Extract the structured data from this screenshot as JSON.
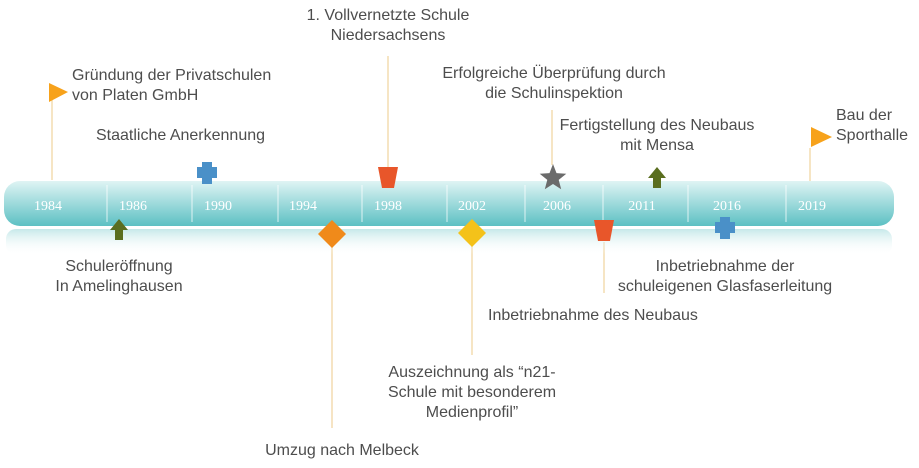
{
  "timeline": {
    "years": [
      "1984",
      "1986",
      "1990",
      "1994",
      "1998",
      "2002",
      "2006",
      "2011",
      "2016",
      "2019"
    ],
    "colors": {
      "bar_top": "#dff4f4",
      "bar_bottom": "#5cc0c3",
      "year_text": "#ffffff",
      "label_text": "#4d4d4d",
      "connector": "#f3dcb0",
      "flag": "#f7a21b",
      "arrow": "#5a6e1f",
      "plus": "#4a90c8",
      "cup": "#e8562a",
      "diamond": "#f08a1a",
      "diamond_yellow": "#f4c21a",
      "star": "#6b6b6b"
    }
  },
  "events": [
    {
      "id": "gruendung",
      "marker": "flag-icon",
      "lines": [
        "Gründung der Privatschulen",
        "von Platen GmbH"
      ]
    },
    {
      "id": "schuleroeffnung",
      "marker": "arrow-up-icon",
      "lines": [
        "Schuleröffnung",
        "In Amelinghausen"
      ]
    },
    {
      "id": "anerkennung",
      "marker": "plus-icon",
      "lines": [
        "Staatliche Anerkennung"
      ]
    },
    {
      "id": "umzug",
      "marker": "diamond-icon",
      "lines": [
        "Umzug nach Melbeck"
      ]
    },
    {
      "id": "vollvernetzt",
      "marker": "cup-icon",
      "lines": [
        "1. Vollvernetzte Schule",
        "Niedersachsens"
      ]
    },
    {
      "id": "auszeichnung",
      "marker": "diamond-icon",
      "lines": [
        "Auszeichnung als “n21-",
        "Schule mit besonderem",
        "Medienprofil”"
      ]
    },
    {
      "id": "ueberpruefung",
      "marker": "star-icon",
      "lines": [
        "Erfolgreiche Überprüfung durch",
        "die Schulinspektion"
      ]
    },
    {
      "id": "neubau",
      "marker": "cup-icon",
      "lines": [
        "Inbetriebnahme des Neubaus"
      ]
    },
    {
      "id": "mensa",
      "marker": "arrow-up-icon",
      "lines": [
        "Fertigstellung des Neubaus",
        "mit Mensa"
      ]
    },
    {
      "id": "glasfaser",
      "marker": "plus-icon",
      "lines": [
        "Inbetriebnahme der",
        "schuleigenen Glasfaserleitung"
      ]
    },
    {
      "id": "sporthalle",
      "marker": "flag-icon",
      "lines": [
        "Bau der",
        "Sporthalle"
      ]
    }
  ]
}
